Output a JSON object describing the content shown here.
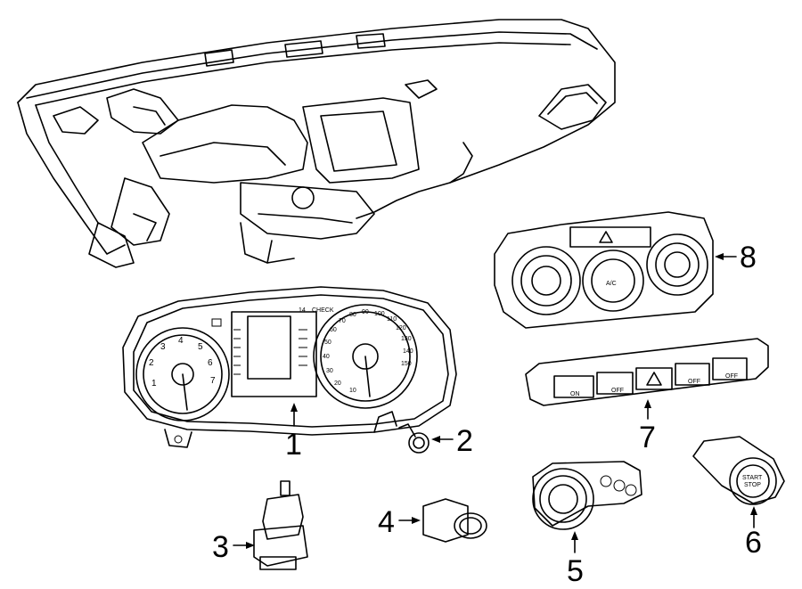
{
  "callouts": [
    {
      "id": 1,
      "label": "1"
    },
    {
      "id": 2,
      "label": "2"
    },
    {
      "id": 3,
      "label": "3"
    },
    {
      "id": 4,
      "label": "4"
    },
    {
      "id": 5,
      "label": "5"
    },
    {
      "id": 6,
      "label": "6"
    },
    {
      "id": 7,
      "label": "7"
    },
    {
      "id": 8,
      "label": "8"
    }
  ],
  "cluster": {
    "left_dial": [
      "1",
      "2",
      "3",
      "4",
      "5",
      "6",
      "7"
    ],
    "right_dial": [
      "10",
      "20",
      "30",
      "40",
      "50",
      "60",
      "70",
      "80",
      "90",
      "100",
      "110",
      "120",
      "130",
      "140",
      "150"
    ],
    "top_marks": [
      "14",
      "CHECK"
    ]
  },
  "climate": {
    "center_knob_label": "A/C"
  },
  "switch_bank": {
    "labels": [
      "ON",
      "OFF",
      "OFF",
      "OFF"
    ]
  },
  "push_button": {
    "labels": [
      "START",
      "STOP"
    ]
  }
}
